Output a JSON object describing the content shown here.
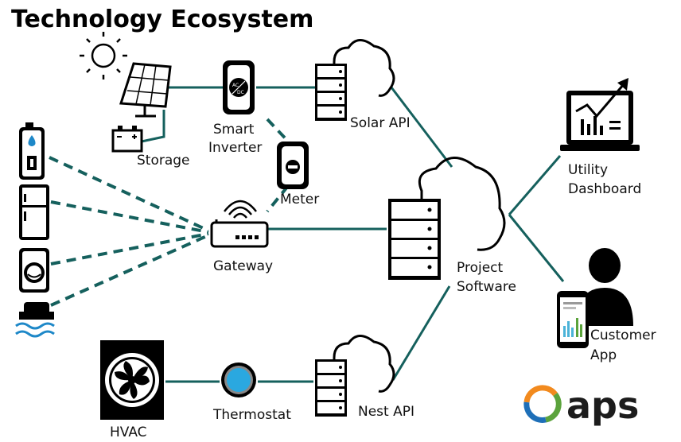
{
  "title": "Technology Ecosystem",
  "nodes": {
    "storage": "Storage",
    "smart_inverter": [
      "Smart",
      "Inverter"
    ],
    "inverter_face": [
      "AC",
      "DC"
    ],
    "meter": "Meter",
    "solar_api": "Solar API",
    "gateway": "Gateway",
    "project_software": [
      "Project",
      "Software"
    ],
    "utility_dashboard": [
      "Utility",
      "Dashboard"
    ],
    "customer_app": [
      "Customer",
      "App"
    ],
    "hvac": "HVAC",
    "thermostat": "Thermostat",
    "nest_api": "Nest API"
  },
  "logo": {
    "text": "aps"
  },
  "colors": {
    "connector": "#15605d",
    "logo_blue": "#1e6fb8",
    "logo_green": "#5ba33c",
    "logo_orange": "#f28a1e",
    "thermostat_blue": "#2aa8e0"
  }
}
